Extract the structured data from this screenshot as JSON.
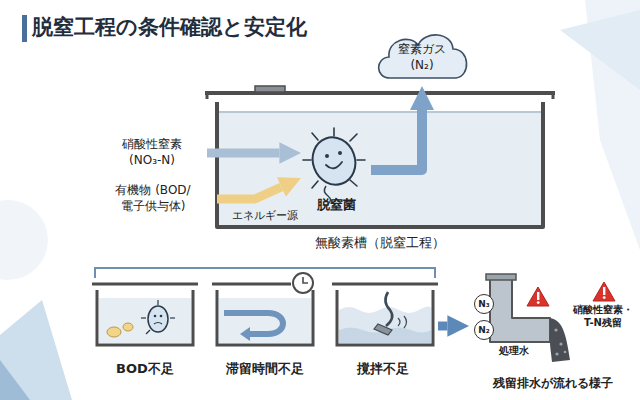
{
  "diagram": {
    "title": "脱窒工程の条件確認と安定化",
    "nodes": [
      {
        "text": [
          "無酸素槽（脱窒工程）"
        ]
      },
      {
        "text": [
          "硝酸性窒素 (NO₃-N)"
        ]
      },
      {
        "text": [
          "有機物 (BOD/電子供与体)"
        ]
      },
      {
        "text": [
          "脱窒菌"
        ],
        "in": 0
      },
      {
        "text": [
          "窒素ガス (N₂)"
        ]
      },
      {
        "text": [
          "BOD不足"
        ]
      },
      {
        "text": [
          "滞留時間不足"
        ]
      },
      {
        "text": [
          "撹拌不足"
        ]
      },
      {
        "text": [
          "残留排水が流れる様子"
        ]
      },
      {
        "text": [
          "N₃"
        ],
        "in": 8
      },
      {
        "text": [
          "N₂"
        ],
        "in": 8
      }
    ],
    "edges": [
      {
        "from": 1,
        "to": 3,
        "arrow": "to"
      },
      {
        "from": 2,
        "to": 3,
        "arrow": "to"
      },
      {
        "from": 3,
        "to": 4,
        "arrow": "to"
      },
      {
        "from": 7,
        "to": 8,
        "arrow": "to"
      }
    ],
    "labels": [
      "エネルギー源",
      "処理水",
      "硝酸性窒素・T-N残留"
    ]
  }
}
